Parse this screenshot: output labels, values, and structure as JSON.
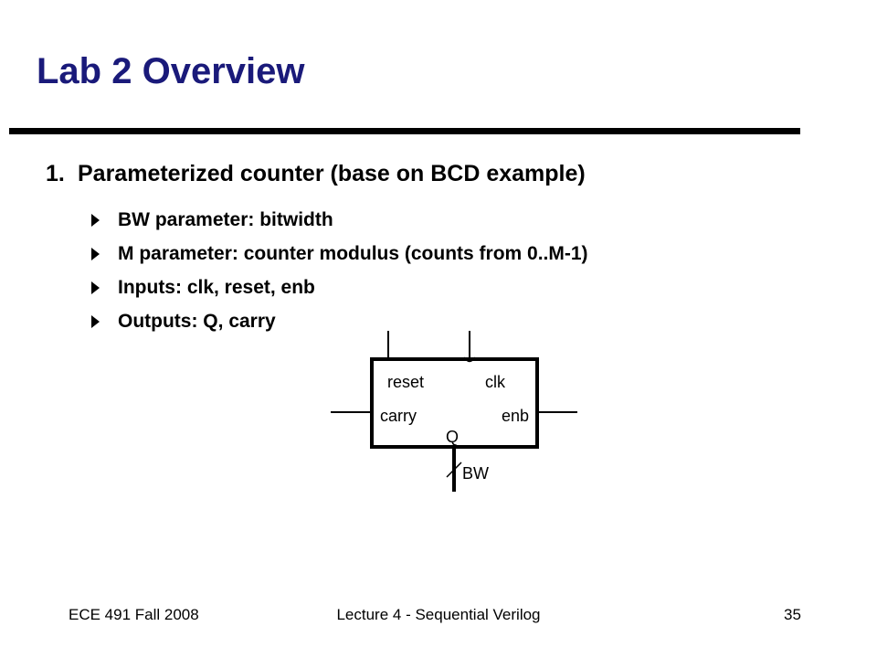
{
  "slide": {
    "title": "Lab 2 Overview",
    "main_point": {
      "number": "1.",
      "text": "Parameterized counter (base on BCD example)"
    },
    "sub_points": [
      "BW parameter: bitwidth",
      "M parameter: counter modulus (counts from 0..M-1)",
      "Inputs: clk, reset, enb",
      "Outputs: Q, carry"
    ],
    "diagram": {
      "reset_label": "reset",
      "clk_label": "clk",
      "carry_label": "carry",
      "enb_label": "enb",
      "q_label": "Q",
      "bw_label": "BW"
    },
    "footer": {
      "left": "ECE 491 Fall 2008",
      "center": "Lecture 4 - Sequential Verilog",
      "page_number": "35"
    }
  }
}
